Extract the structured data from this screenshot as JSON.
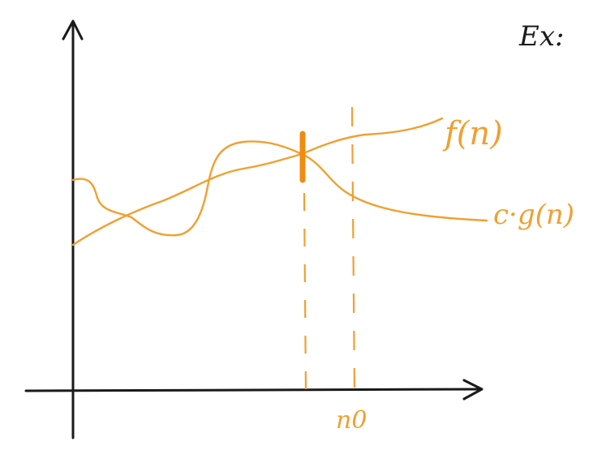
{
  "annotation": {
    "text": "Ex:"
  },
  "curves": {
    "f": {
      "label": "f(n)"
    },
    "cg": {
      "label": "c·g(n)"
    }
  },
  "markers": {
    "n0": {
      "label": "n0"
    }
  },
  "colors": {
    "axes": "#1a1a1a",
    "curve": "#f0a030",
    "marker": "#f08c10",
    "background": "#ffffff"
  }
}
